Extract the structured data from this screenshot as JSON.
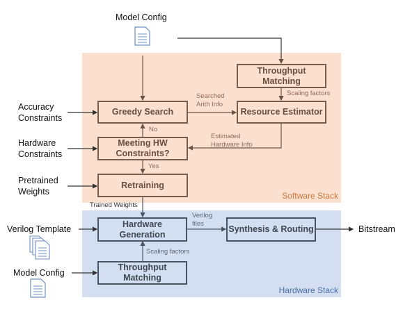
{
  "panels": {
    "software": {
      "label": "Software Stack",
      "color": "#fbe0cf",
      "label_color": "#c9773c"
    },
    "hardware": {
      "label": "Hardware Stack",
      "color": "#d3dff0",
      "label_color": "#4a6ea8"
    }
  },
  "software_boxes": {
    "throughput_matching": {
      "line1": "Throughput",
      "line2": "Matching"
    },
    "greedy_search": {
      "label": "Greedy Search"
    },
    "resource_estimator": {
      "label": "Resource Estimator"
    },
    "meeting_hw": {
      "line1": "Meeting HW",
      "line2": "Constraints?"
    },
    "retraining": {
      "label": "Retraining"
    }
  },
  "hardware_boxes": {
    "hardware_generation": {
      "line1": "Hardware",
      "line2": "Generation"
    },
    "synthesis_routing": {
      "label": "Synthesis & Routing"
    },
    "throughput_matching": {
      "line1": "Throughput",
      "line2": "Matching"
    }
  },
  "inputs": {
    "model_config_top": {
      "label": "Model Config",
      "icon": "document-icon"
    },
    "accuracy_constraints": {
      "line1": "Accuracy",
      "line2": "Constraints"
    },
    "hardware_constraints": {
      "line1": "Hardware",
      "line2": "Constraints"
    },
    "pretrained_weights": {
      "line1": "Pretrained",
      "line2": "Weights"
    },
    "verilog_template": {
      "label": "Verilog Template",
      "icon": "documents-stack-icon"
    },
    "model_config_bottom": {
      "label": "Model Config",
      "icon": "document-icon"
    }
  },
  "outputs": {
    "bitstream": {
      "label": "Bitstream"
    }
  },
  "edge_labels": {
    "scaling_factors_sw": "Scaling factors",
    "searched_arith_1": "Searched",
    "searched_arith_2": "Arith Info",
    "estimated_hw_1": "Estimated",
    "estimated_hw_2": "Hardware Info",
    "no": "No",
    "yes": "Yes",
    "trained_weights": "Trained Weights",
    "verilog_files_1": "Verilog",
    "verilog_files_2": "files",
    "scaling_factors_hw": "Scaling factors"
  }
}
